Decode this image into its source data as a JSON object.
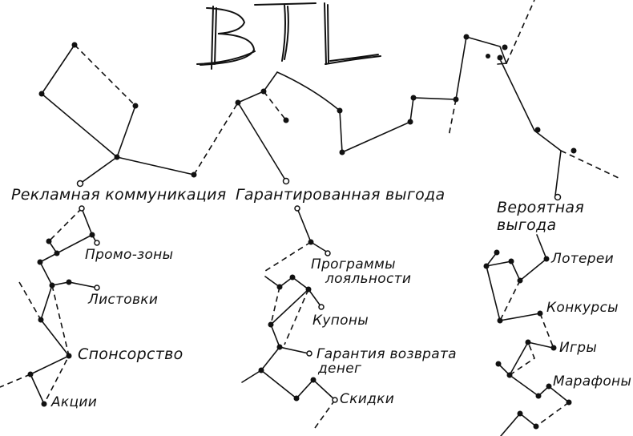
{
  "title": "BTL",
  "categories": [
    {
      "id": "advertising",
      "label": "Рекламная коммуникация",
      "items": [
        "Промо-зоны",
        "Листовки",
        "Спонсорство",
        "Акции"
      ]
    },
    {
      "id": "guaranteed",
      "label": "Гарантированная выгода",
      "items": [
        "Программы лояльности",
        "Купоны",
        "Гарантия возврата денег",
        "Скидки"
      ]
    },
    {
      "id": "probable",
      "label": "Вероятная выгода",
      "items": [
        "Лотереи",
        "Конкурсы",
        "Игры",
        "Марафоны"
      ]
    }
  ],
  "labels": {
    "cat_advertising": "Рекламная коммуникация",
    "cat_guaranteed": "Гарантированная выгода",
    "cat_probable_line1": "Вероятная",
    "cat_probable_line2": "выгода",
    "promo": "Промо-зоны",
    "leaflets": "Листовки",
    "sponsorship": "Спонсорство",
    "promotions": "Акции",
    "loyalty_line1": "Программы",
    "loyalty_line2": "лояльности",
    "coupons": "Купоны",
    "refund_line1": "Гарантия возврата",
    "refund_line2": "денег",
    "discounts": "Скидки",
    "lotteries": "Лотереи",
    "contests": "Конкурсы",
    "games": "Игры",
    "marathons": "Марафоны"
  },
  "colors": {
    "ink": "#111111",
    "background": "#ffffff"
  }
}
